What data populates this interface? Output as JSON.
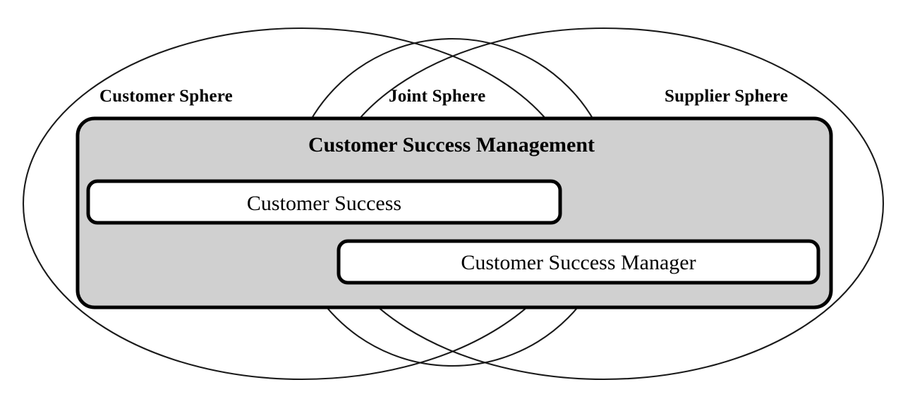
{
  "diagram": {
    "type": "venn-diagram",
    "title_inside_panel": "Customer Success Management",
    "background_color": "#ffffff",
    "panel_fill_color": "#d0d0d0",
    "outline_color": "#000000",
    "spheres": [
      {
        "id": "customer",
        "label": "Customer Sphere",
        "shape": "ellipse"
      },
      {
        "id": "joint",
        "label": "Joint Sphere",
        "shape": "circle"
      },
      {
        "id": "supplier",
        "label": "Supplier Sphere",
        "shape": "ellipse"
      }
    ],
    "panel": {
      "label": "Customer Success Management",
      "boxes": [
        {
          "id": "customer-success",
          "label": "Customer Success"
        },
        {
          "id": "customer-success-manager",
          "label": "Customer Success Manager"
        }
      ]
    }
  }
}
